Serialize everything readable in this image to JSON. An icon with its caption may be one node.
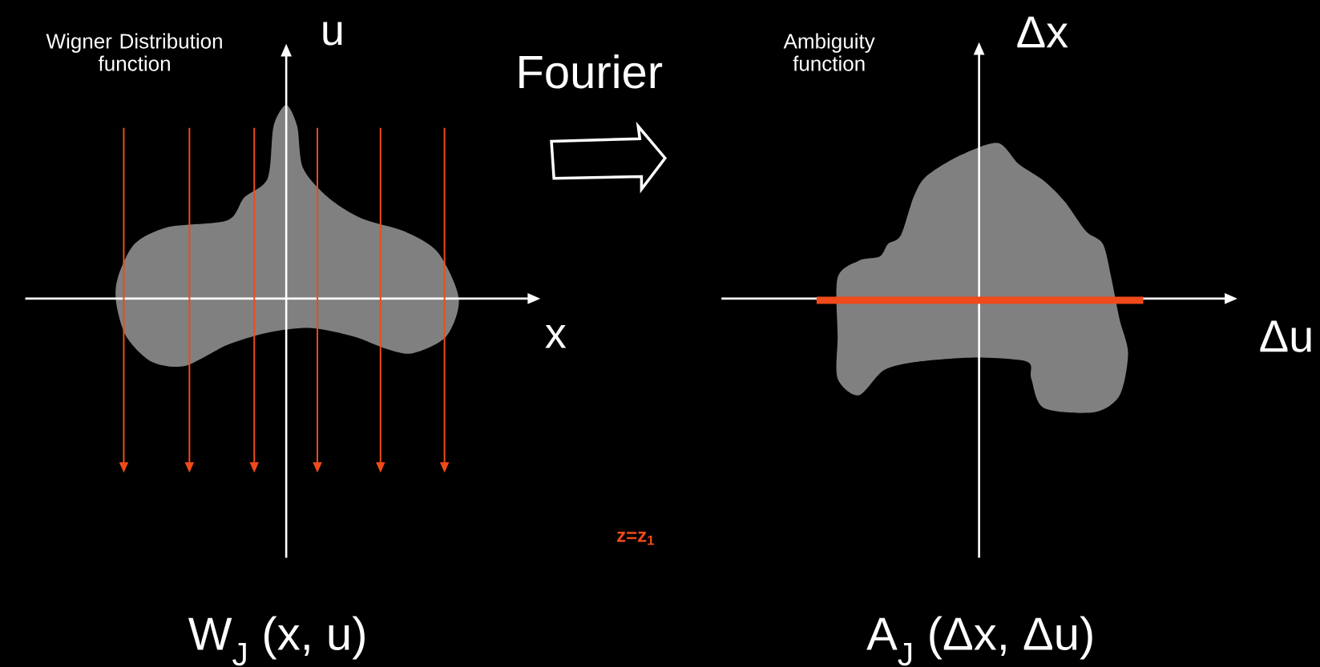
{
  "diagram": {
    "labels": [
      "Wigner Distribution function",
      "u",
      "Fourier",
      "x",
      "Ambiguity function",
      "Δx",
      "Δu",
      "z=z$_{1}$",
      "W$_{J}$ (x, u)",
      "A$_{J}$ (Δx, Δu)"
    ]
  }
}
